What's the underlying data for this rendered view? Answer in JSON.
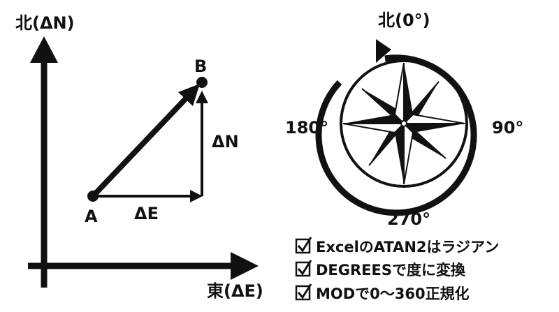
{
  "axes": {
    "north_label": "北(ΔN)",
    "east_label": "東(ΔE)"
  },
  "vector": {
    "point_a": "A",
    "point_b": "B",
    "delta_e": "ΔE",
    "delta_n": "ΔN"
  },
  "compass": {
    "north": "北(0°)",
    "east": "90°",
    "south": "270°",
    "west": "180°"
  },
  "checklist": [
    "ExcelのATAN2はラジアン",
    "DEGREESで度に変換",
    "MODで0〜360正規化"
  ],
  "colors": {
    "ink": "#111111",
    "background": "#ffffff"
  }
}
